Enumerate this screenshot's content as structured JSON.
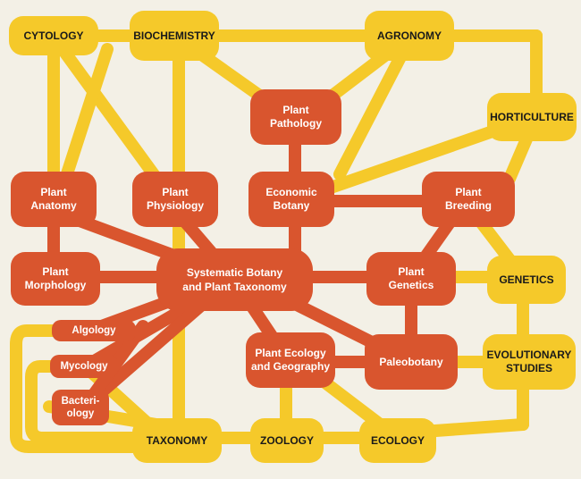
{
  "nodes": {
    "cytology": "CYTOLOGY",
    "biochemistry": "BIOCHEMISTRY",
    "agronomy": "AGRONOMY",
    "horticulture": "HORTICULTURE",
    "plant_pathology": "Plant\nPathology",
    "plant_anatomy": "Plant\nAnatomy",
    "plant_physiology": "Plant\nPhysiology",
    "economic_botany": "Economic\nBotany",
    "plant_breeding": "Plant\nBreeding",
    "plant_morphology": "Plant\nMorphology",
    "systematic_botany": "Systematic Botany\nand Plant Taxonomy",
    "plant_genetics": "Plant\nGenetics",
    "genetics": "GENETICS",
    "algology": "Algology",
    "mycology": "Mycology",
    "bacteriology": "Bacteri-\nology",
    "plant_ecology": "Plant Ecology\nand Geography",
    "paleobotany": "Paleobotany",
    "evolutionary_studies": "EVOLUTIONARY\nSTUDIES",
    "taxonomy": "TAXONOMY",
    "zoology": "ZOOLOGY",
    "ecology": "ECOLOGY"
  },
  "colors": {
    "yellow": "#f5c92a",
    "red": "#d9552e",
    "background": "#f3f0e6"
  }
}
